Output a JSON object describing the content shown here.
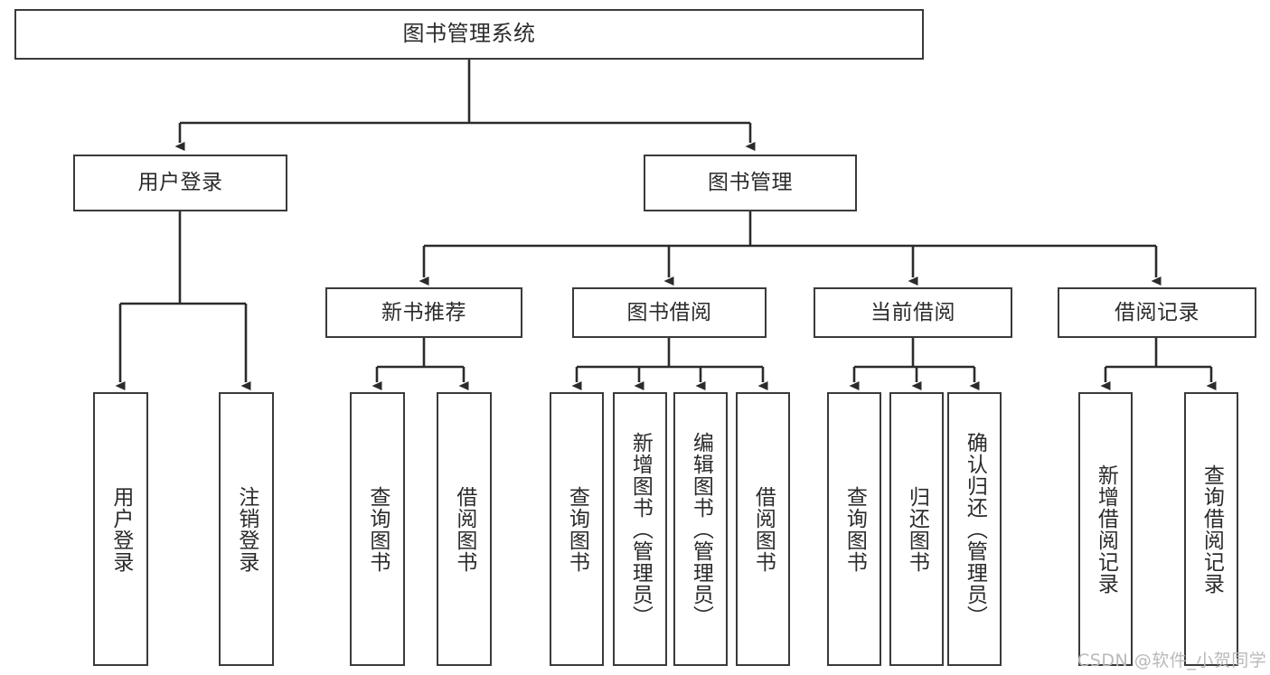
{
  "diagram": {
    "type": "tree-hierarchy",
    "title": "图书管理系统",
    "watermark": "CSDN @软件_小贺同学",
    "colors": {
      "box_border": "#3a3a3a",
      "box_fill": "#ffffff",
      "edge": "#2b2b2b",
      "text": "#2b2b2b",
      "watermark": "#b9b9b9",
      "background": "#ffffff"
    },
    "nodes": {
      "root": {
        "label": "图书管理系统"
      },
      "level1": [
        {
          "id": "user-login",
          "label": "用户登录"
        },
        {
          "id": "book-management",
          "label": "图书管理"
        }
      ],
      "level2": [
        {
          "id": "new-book-recommend",
          "label": "新书推荐"
        },
        {
          "id": "book-borrow",
          "label": "图书借阅"
        },
        {
          "id": "current-borrow",
          "label": "当前借阅"
        },
        {
          "id": "borrow-record",
          "label": "借阅记录"
        }
      ],
      "leaves": {
        "user-login": [
          {
            "id": "leaf-user-login",
            "label": "用户登录"
          },
          {
            "id": "leaf-user-logout",
            "label": "注销登录"
          }
        ],
        "new-book-recommend": [
          {
            "id": "leaf-query-book-1",
            "label": "查询图书"
          },
          {
            "id": "leaf-borrow-book-1",
            "label": "借阅图书"
          }
        ],
        "book-borrow": [
          {
            "id": "leaf-query-book-2",
            "label": "查询图书"
          },
          {
            "id": "leaf-add-book",
            "label": "新增图书（管理员）"
          },
          {
            "id": "leaf-edit-book",
            "label": "编辑图书（管理员）"
          },
          {
            "id": "leaf-borrow-book-2",
            "label": "借阅图书"
          }
        ],
        "current-borrow": [
          {
            "id": "leaf-query-book-3",
            "label": "查询图书"
          },
          {
            "id": "leaf-return-book",
            "label": "归还图书"
          },
          {
            "id": "leaf-confirm-return",
            "label": "确认归还（管理员）"
          }
        ],
        "borrow-record": [
          {
            "id": "leaf-add-record",
            "label": "新增借阅记录"
          },
          {
            "id": "leaf-query-record",
            "label": "查询借阅记录"
          }
        ]
      }
    }
  }
}
